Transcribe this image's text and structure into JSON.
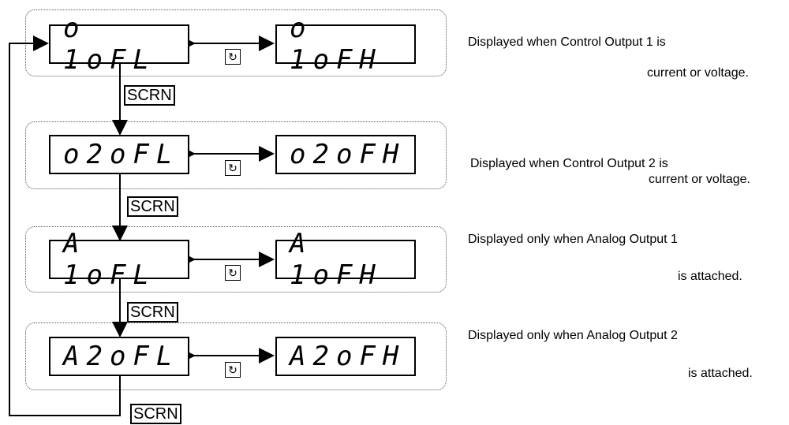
{
  "rows": [
    {
      "left_display": "o 1oFL",
      "right_display": "o 1oFH",
      "mode_key_icon": "mode-cycle-icon",
      "note_line1": "Displayed when Control Output 1 is",
      "note_line2": "current or voltage."
    },
    {
      "left_display": "o2oFL",
      "right_display": "o2oFH",
      "mode_key_icon": "mode-cycle-icon",
      "note_line1": "Displayed when Control Output 2 is",
      "note_line2": "current or voltage."
    },
    {
      "left_display": "A 1oFL",
      "right_display": "A 1oFH",
      "mode_key_icon": "mode-cycle-icon",
      "note_line1": "Displayed only when Analog Output 1",
      "note_line2": "is attached."
    },
    {
      "left_display": "A2oFL",
      "right_display": "A2oFH",
      "mode_key_icon": "mode-cycle-icon",
      "note_line1": "Displayed only when Analog Output 2",
      "note_line2": "is attached."
    }
  ],
  "scrn_labels": [
    "SCRN",
    "SCRN",
    "SCRN",
    "SCRN"
  ],
  "mode_key_glyph": "↻"
}
